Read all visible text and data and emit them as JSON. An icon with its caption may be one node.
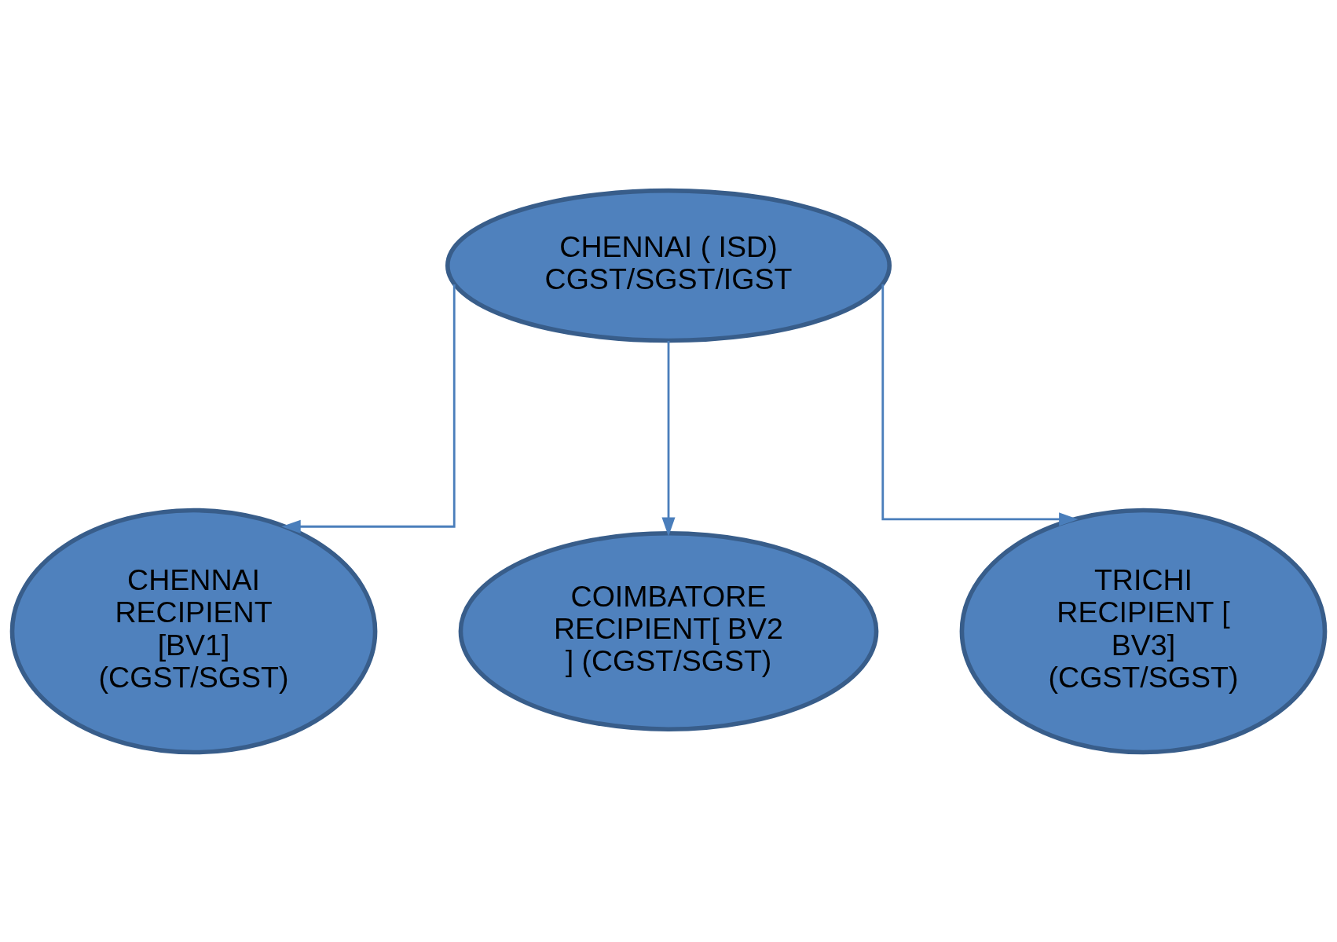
{
  "diagram": {
    "nodes": [
      {
        "text": [
          "CHENNAI ( ISD) CGST/SGST/IGST"
        ]
      },
      {
        "text": [
          "CHENNAI RECIPIENT [BV1] (CGST/SGST)"
        ]
      },
      {
        "text": [
          "COIMBATORE RECIPIENT[ BV2 ] (CGST/SGST)"
        ]
      },
      {
        "text": [
          "TRICHI RECIPIENT [ BV3] (CGST/SGST)"
        ]
      }
    ],
    "edges": [
      {
        "from": 0,
        "to": 1,
        "arrow": "to"
      },
      {
        "from": 0,
        "to": 2,
        "arrow": "to"
      },
      {
        "from": 0,
        "to": 3,
        "arrow": "to"
      }
    ]
  }
}
